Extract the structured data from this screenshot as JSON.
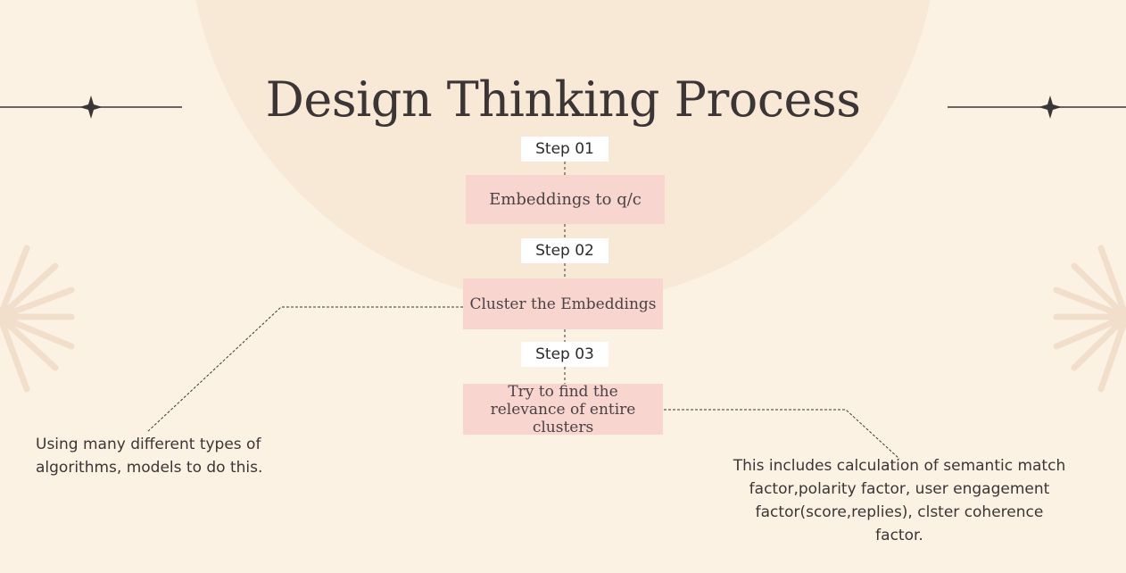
{
  "title": "Design Thinking Process",
  "steps": [
    {
      "label": "Step 01",
      "text": "Embeddings to q/c"
    },
    {
      "label": "Step 02",
      "text": "Cluster the Embeddings"
    },
    {
      "label": "Step 03",
      "text": "Try to find the relevance of entire clusters"
    }
  ],
  "notes": {
    "left": "Using many different types of algorithms, models to do this.",
    "right": "This includes calculation of  semantic match factor,polarity factor, user engagement factor(score,replies), clster coherence factor."
  },
  "colors": {
    "background": "#fcf2e3",
    "arc": "#f8e8d6",
    "box": "#f8d5cf",
    "text": "#3b3536"
  }
}
